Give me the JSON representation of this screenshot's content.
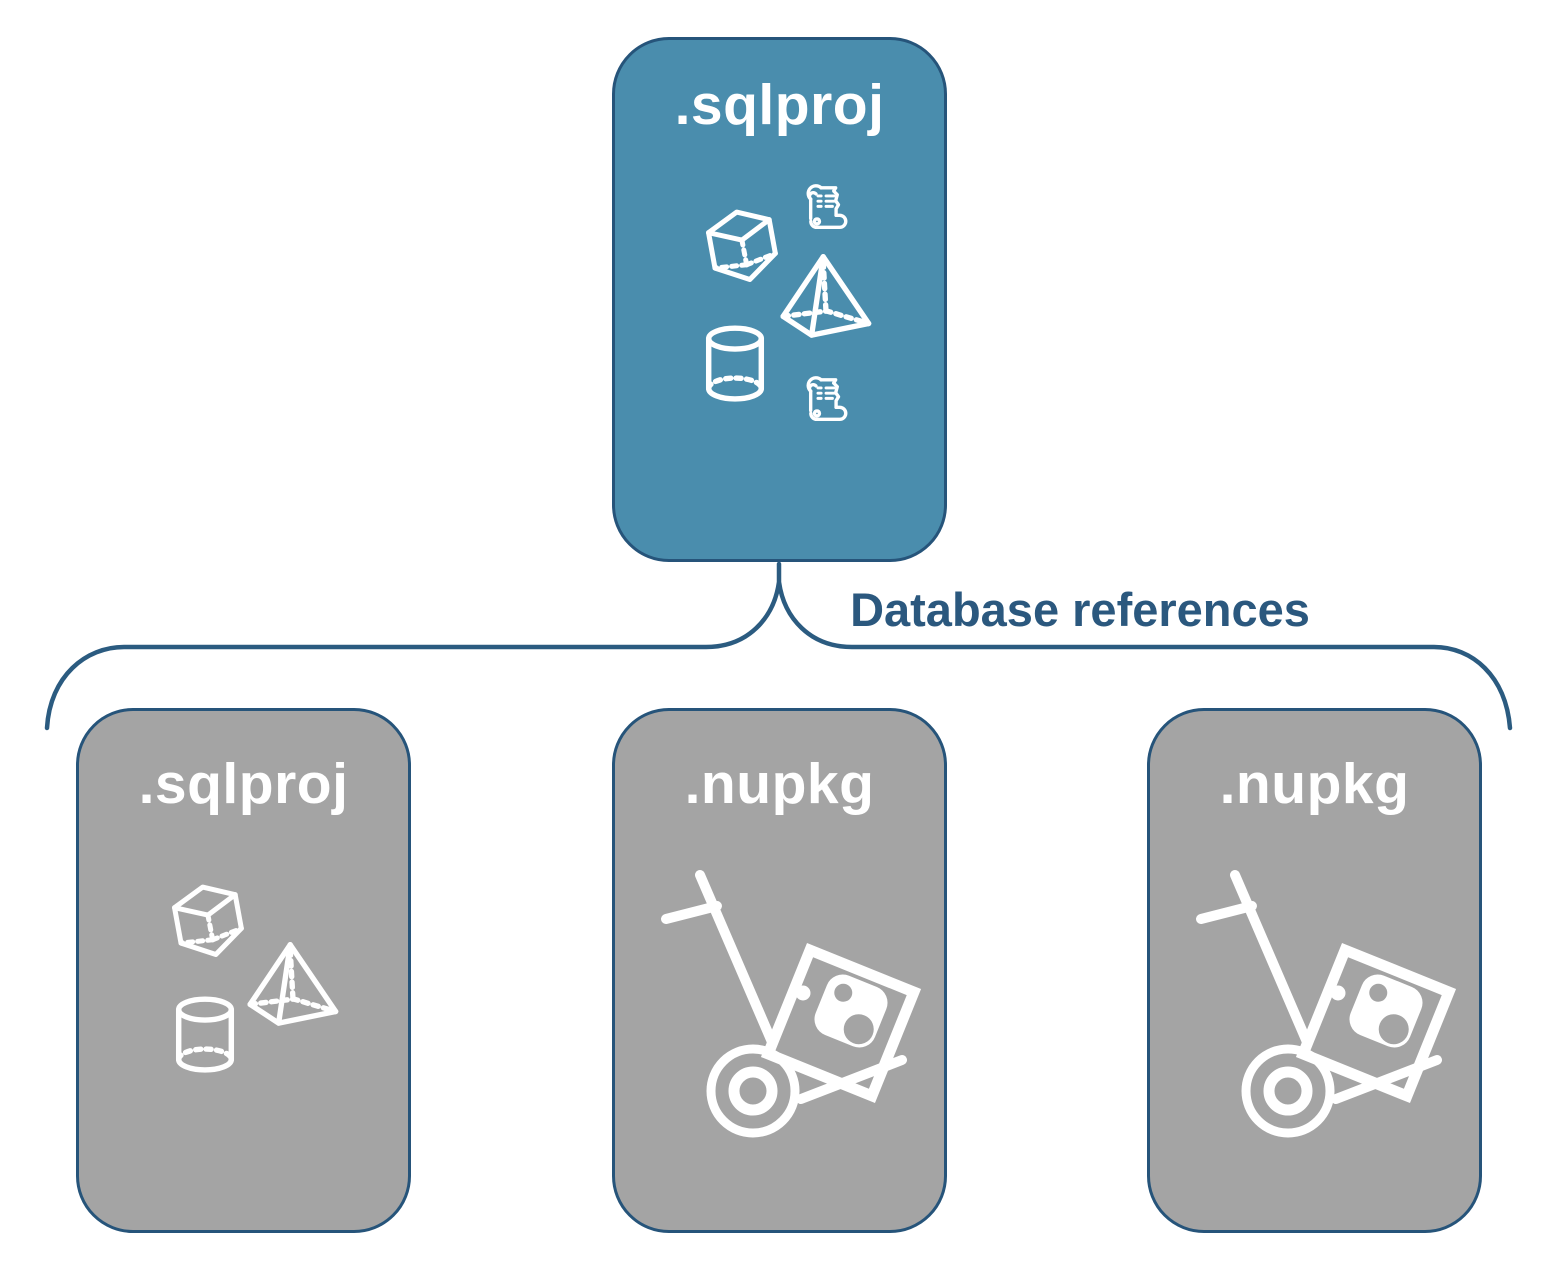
{
  "diagram": {
    "parent": {
      "label": ".sqlproj",
      "icons": [
        "scroll-icon",
        "cube-icon",
        "pyramid-icon",
        "cylinder-icon",
        "scroll-icon"
      ]
    },
    "connector": {
      "label": "Database references",
      "type": "curly-brace"
    },
    "children": [
      {
        "label": ".sqlproj",
        "icons": [
          "cube-icon",
          "pyramid-icon",
          "cylinder-icon"
        ]
      },
      {
        "label": ".nupkg",
        "icons": [
          "nuget-handtruck-icon"
        ]
      },
      {
        "label": ".nupkg",
        "icons": [
          "nuget-handtruck-icon"
        ]
      }
    ],
    "colors": {
      "parent_fill": "#4a8dad",
      "child_fill": "#a4a4a4",
      "box_border": "#26547a",
      "connector_line": "#2b5b80",
      "connector_label_text": "#2b587e",
      "icon_and_title": "#ffffff",
      "background": "#ffffff"
    }
  }
}
